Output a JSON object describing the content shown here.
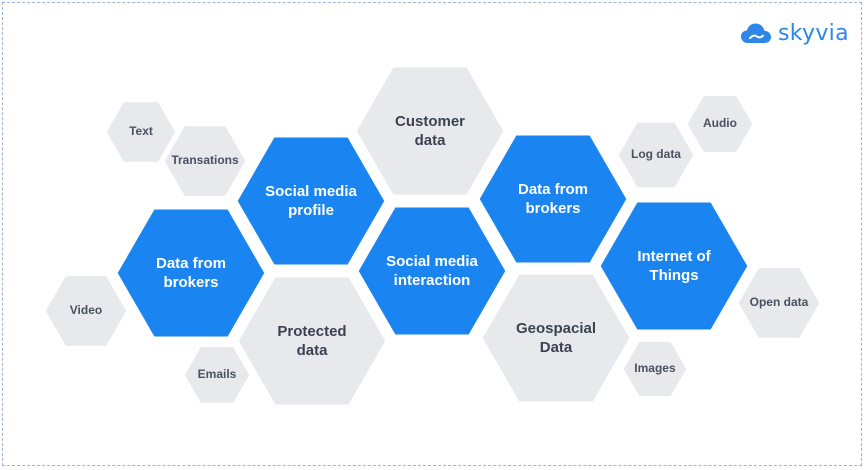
{
  "logo": {
    "text": "skyvia",
    "icon": "cloud-icon",
    "color": "#2d86e8"
  },
  "colors": {
    "blue": "#1a84f0",
    "gray": "#e8e9ed",
    "dark_text": "#3b4350",
    "frame": "#9db3d6"
  },
  "hexagons": [
    {
      "id": "customer-data",
      "label": "Customer\ndata",
      "style": "gray",
      "size": "large"
    },
    {
      "id": "social-media-profile",
      "label": "Social media\nprofile",
      "style": "blue",
      "size": "large"
    },
    {
      "id": "data-from-brokers-right",
      "label": "Data from\nbrokers",
      "style": "blue",
      "size": "large"
    },
    {
      "id": "data-from-brokers-left",
      "label": "Data from\nbrokers",
      "style": "blue",
      "size": "large"
    },
    {
      "id": "social-media-interaction",
      "label": "Social media\ninteraction",
      "style": "blue",
      "size": "large"
    },
    {
      "id": "internet-of-things",
      "label": "Internet of\nThings",
      "style": "blue",
      "size": "large"
    },
    {
      "id": "protected-data",
      "label": "Protected\ndata",
      "style": "gray",
      "size": "large"
    },
    {
      "id": "geospacial-data",
      "label": "Geospacial\nData",
      "style": "gray",
      "size": "large"
    },
    {
      "id": "text",
      "label": "Text",
      "style": "gray",
      "size": "small"
    },
    {
      "id": "transations",
      "label": "Transations",
      "style": "gray",
      "size": "small"
    },
    {
      "id": "video",
      "label": "Video",
      "style": "gray",
      "size": "small"
    },
    {
      "id": "emails",
      "label": "Emails",
      "style": "gray",
      "size": "small"
    },
    {
      "id": "audio",
      "label": "Audio",
      "style": "gray",
      "size": "small"
    },
    {
      "id": "log-data",
      "label": "Log data",
      "style": "gray",
      "size": "small"
    },
    {
      "id": "open-data",
      "label": "Open data",
      "style": "gray",
      "size": "small"
    },
    {
      "id": "images",
      "label": "Images",
      "style": "gray",
      "size": "small"
    }
  ]
}
